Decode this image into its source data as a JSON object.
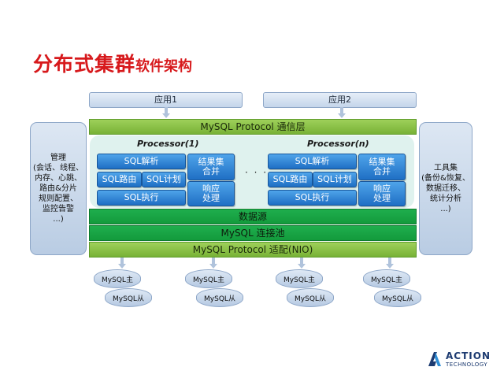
{
  "title": {
    "main": "分布式集群",
    "sub": "软件架构"
  },
  "apps": [
    "应用1",
    "应用2"
  ],
  "bars": {
    "protocol_comm": "MySQL Protocol 通信层",
    "datasource": "数据源",
    "conn_pool": "MySQL 连接池",
    "protocol_adapt": "MySQL Protocol 适配(NIO)"
  },
  "left_panel": "管理\n(会话、线程、\n内存、心跳、\n路由&分片\n规则配置、\n监控告警\n...)",
  "right_panel": "工具集\n(备份&恢复、\n数据迁移、\n统计分析\n...)",
  "processors": [
    {
      "title": "Processor(1)",
      "parse": "SQL解析",
      "route": "SQL路由",
      "plan": "SQL计划",
      "exec": "SQL执行",
      "merge": "结果集\n合并",
      "respond": "响应\n处理"
    },
    {
      "title": "Processor(n)",
      "parse": "SQL解析",
      "route": "SQL路由",
      "plan": "SQL计划",
      "exec": "SQL执行",
      "merge": "结果集\n合并",
      "respond": "响应\n处理"
    }
  ],
  "ellipsis": "· · ·",
  "databases": [
    {
      "master": "MySQL主",
      "slave": "MySQL从"
    },
    {
      "master": "MySQL主",
      "slave": "MySQL从"
    },
    {
      "master": "MySQL主",
      "slave": "MySQL从"
    },
    {
      "master": "MySQL主",
      "slave": "MySQL从"
    }
  ],
  "logo": {
    "line1": "ACTION",
    "line2": "TECHNOLOGY"
  },
  "colors": {
    "title": "#d7191c",
    "green_bar": "#8cc34a",
    "dark_green_bar": "#17a345",
    "blue_button": "#2d84d8",
    "processor_bg": "#dff2ee"
  }
}
